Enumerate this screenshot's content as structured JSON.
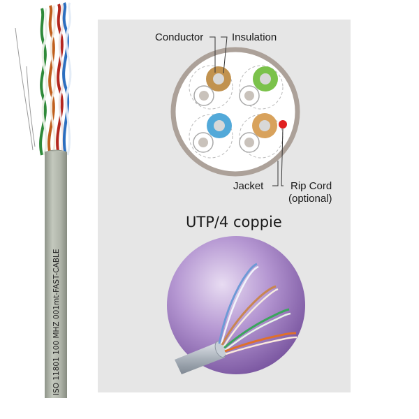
{
  "cable_print": "ISO  11801   100 MHZ   001mt-FAST-CABLE",
  "diagram": {
    "labels": {
      "conductor": "Conductor",
      "insulation": "Insulation",
      "jacket": "Jacket",
      "rip_cord": "Rip Cord",
      "rip_cord_note": "(optional)"
    },
    "title": "UTP/4 coppie"
  },
  "colors": {
    "panel": "#e6e6e6",
    "jacket_ring": "#aca199",
    "pair_brown": "#c1924f",
    "pair_green": "#7bc24b",
    "pair_blue": "#52a9d9",
    "pair_orange": "#d8a25c",
    "rip_cord": "#e02020",
    "cable_jacket": "#aab0a4",
    "photo_bg": "#a585c6"
  }
}
